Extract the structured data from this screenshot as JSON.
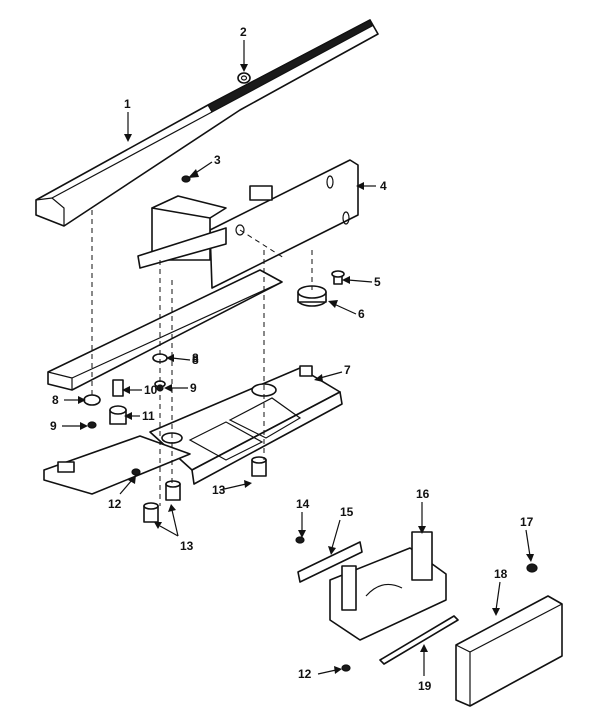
{
  "callouts": [
    {
      "id": "c1",
      "label": "1"
    },
    {
      "id": "c2",
      "label": "2"
    },
    {
      "id": "c3",
      "label": "3"
    },
    {
      "id": "c4",
      "label": "4"
    },
    {
      "id": "c5",
      "label": "5"
    },
    {
      "id": "c6",
      "label": "6"
    },
    {
      "id": "c7",
      "label": "7"
    },
    {
      "id": "c8a",
      "label": "8"
    },
    {
      "id": "c8b",
      "label": "8"
    },
    {
      "id": "c8c",
      "label": "8"
    },
    {
      "id": "c9a",
      "label": "9"
    },
    {
      "id": "c9b",
      "label": "9"
    },
    {
      "id": "c10",
      "label": "10"
    },
    {
      "id": "c11",
      "label": "11"
    },
    {
      "id": "c12a",
      "label": "12"
    },
    {
      "id": "c12b",
      "label": "12"
    },
    {
      "id": "c13a",
      "label": "13"
    },
    {
      "id": "c13b",
      "label": "13"
    },
    {
      "id": "c14",
      "label": "14"
    },
    {
      "id": "c15",
      "label": "15"
    },
    {
      "id": "c16",
      "label": "16"
    },
    {
      "id": "c17",
      "label": "17"
    },
    {
      "id": "c18",
      "label": "18"
    },
    {
      "id": "c19",
      "label": "19"
    }
  ],
  "colors": {
    "ink": "#111111",
    "paper": "#ffffff"
  }
}
